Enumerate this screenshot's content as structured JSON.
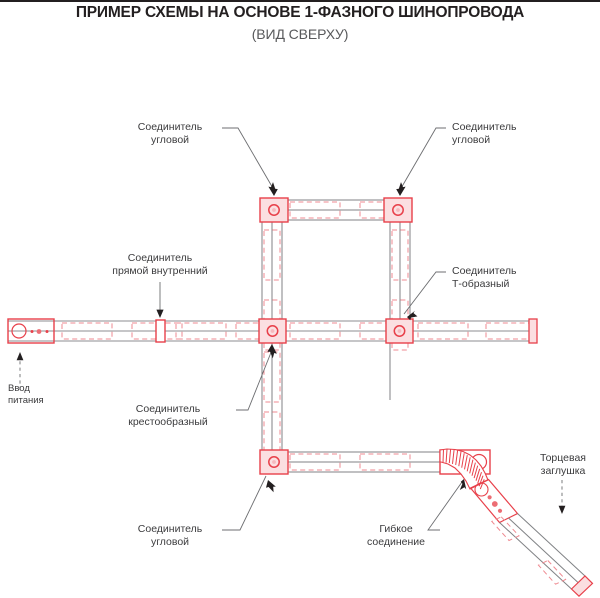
{
  "title": {
    "main": "ПРИМЕР СХЕМЫ НА ОСНОВЕ 1-ФАЗНОГО ШИНОПРОВОДА",
    "sub": "(ВИД СВЕРХУ)"
  },
  "colors": {
    "busbar_outline": "#808285",
    "connector_red": "#e8404a",
    "connector_fill": "#fbdfe1",
    "dashed_red": "#ef8a91",
    "text_dark": "#231f20",
    "text_gray": "#3b3b3d",
    "leader": "#6d6e71",
    "background": "#ffffff"
  },
  "labels": [
    {
      "id": "corner-top-left",
      "text": "Соединитель\nугловой",
      "align": "center"
    },
    {
      "id": "corner-top-right",
      "text": "Соединитель\nугловой",
      "align": "left"
    },
    {
      "id": "straight-internal",
      "text": "Соединитель\nпрямой внутренний",
      "align": "center"
    },
    {
      "id": "tee",
      "text": "Соединитель\nТ-образный",
      "align": "left"
    },
    {
      "id": "cross",
      "text": "Соединитель\nкрестообразный",
      "align": "center"
    },
    {
      "id": "power-input",
      "text": "Ввод\nпитания",
      "align": "left"
    },
    {
      "id": "corner-bottom-left",
      "text": "Соединитель\nугловой",
      "align": "center"
    },
    {
      "id": "flexible-joint",
      "text": "Гибкое\nсоединение",
      "align": "center"
    },
    {
      "id": "end-cap",
      "text": "Торцевая\nзаглушка",
      "align": "center"
    }
  ],
  "components": {
    "corner_connectors": 4,
    "cross_connectors": 1,
    "tee_connectors": 1,
    "straight_internal_connectors": 1,
    "power_input_boxes": 2,
    "flexible_joints": 1,
    "end_caps": 1,
    "flex_rib_count": 17
  }
}
